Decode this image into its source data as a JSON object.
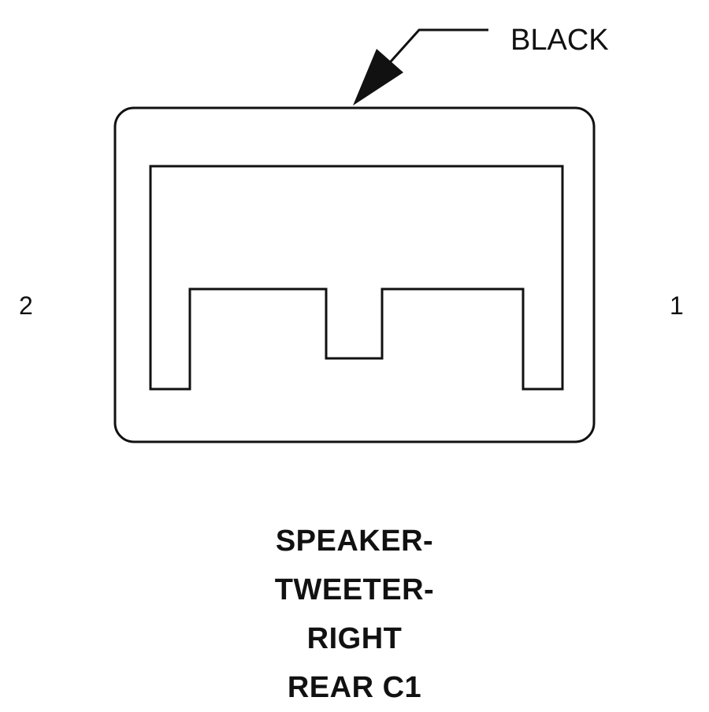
{
  "connector": {
    "color_label": "BLACK",
    "pins": [
      {
        "number": "1"
      },
      {
        "number": "2"
      }
    ],
    "title_lines": [
      "SPEAKER-",
      "TWEETER-",
      "RIGHT",
      "REAR C1"
    ]
  },
  "colors": {
    "line": "#111111",
    "background": "#ffffff"
  }
}
